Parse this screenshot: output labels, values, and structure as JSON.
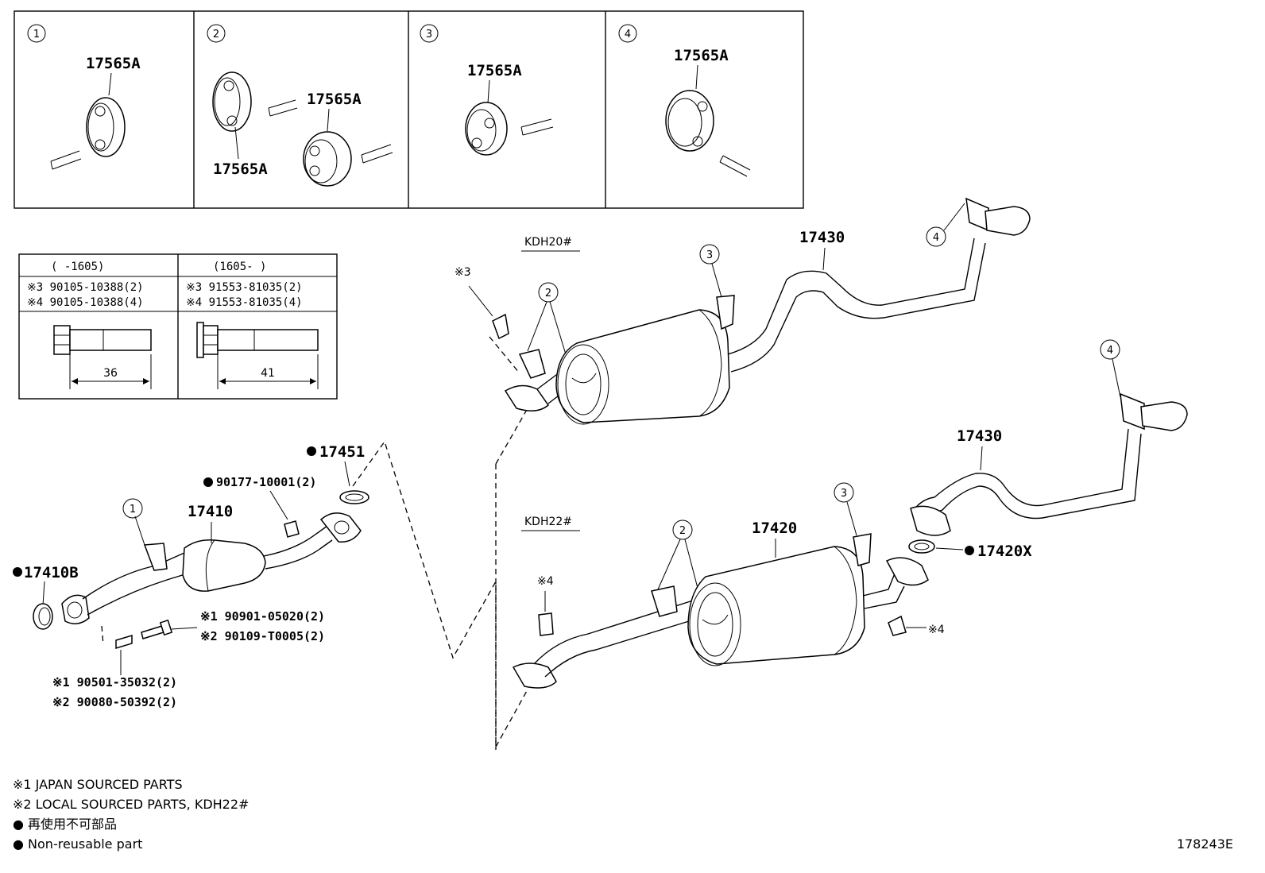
{
  "hanger_panels": [
    {
      "index": "1",
      "parts": [
        "17565A"
      ]
    },
    {
      "index": "2",
      "parts": [
        "17565A",
        "17565A"
      ]
    },
    {
      "index": "3",
      "parts": [
        "17565A"
      ]
    },
    {
      "index": "4",
      "parts": [
        "17565A"
      ]
    }
  ],
  "bolt_table": {
    "col_left_header": "(      -1605)",
    "col_right_header": "(1605-      )",
    "left_rows": [
      "※3 90105-10388(2)",
      "※4 90105-10388(4)"
    ],
    "right_rows": [
      "※3 91553-81035(2)",
      "※4 91553-81035(4)"
    ],
    "left_length": "36",
    "right_length": "41"
  },
  "models": {
    "upper": "KDH20#",
    "lower": "KDH22#"
  },
  "callouts": {
    "c1": "1",
    "c2": "2",
    "c3": "3",
    "c4": "4",
    "p17430": "17430",
    "p17420": "17420",
    "p17410": "17410",
    "p17410B": "17410B",
    "p17451": "17451",
    "p17420X": "17420X",
    "p90177": "90177-10001(2)",
    "m3": "※3",
    "m4": "※4",
    "bolt1": "※1 90901-05020(2)",
    "bolt2": "※2 90109-T0005(2)",
    "stud1": "※1 90501-35032(2)",
    "stud2": "※2 90080-50392(2)"
  },
  "legend": [
    "※1 JAPAN SOURCED PARTS",
    "※2 LOCAL SOURCED PARTS, KDH22#",
    "● 再使用不可部品",
    "● Non-reusable part"
  ],
  "diagram_code": "178243E"
}
